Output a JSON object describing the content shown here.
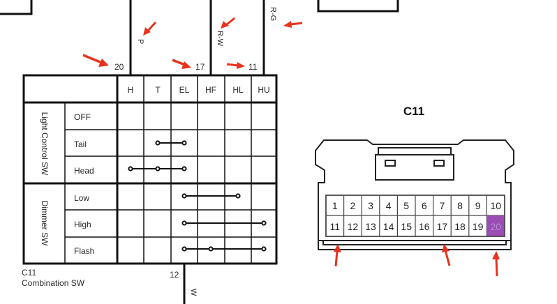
{
  "wires": {
    "pin_20": "20",
    "pin_17": "17",
    "pin_11": "11",
    "color_p": "P",
    "color_rw": "R-W",
    "color_rg": "R-G",
    "pin_12": "12",
    "color_w": "W"
  },
  "switch_table": {
    "columns": [
      "H",
      "T",
      "EL",
      "HF",
      "HL",
      "HU"
    ],
    "group_light": "Light Control SW",
    "group_dimmer": "Dimmer SW",
    "rows": [
      "OFF",
      "Tail",
      "Head",
      "Low",
      "High",
      "Flash"
    ],
    "caption_code": "C11",
    "caption_name": "Combination SW"
  },
  "connector": {
    "title": "C11",
    "pins_top": [
      "1",
      "2",
      "3",
      "4",
      "5",
      "6",
      "7",
      "8",
      "9",
      "10"
    ],
    "pins_bottom": [
      "11",
      "12",
      "13",
      "14",
      "15",
      "16",
      "17",
      "18",
      "19",
      "20"
    ],
    "highlight_pin": "20",
    "highlight_color": "#9b4db5"
  },
  "colors": {
    "arrow": "#e8321e",
    "line": "#111111"
  }
}
